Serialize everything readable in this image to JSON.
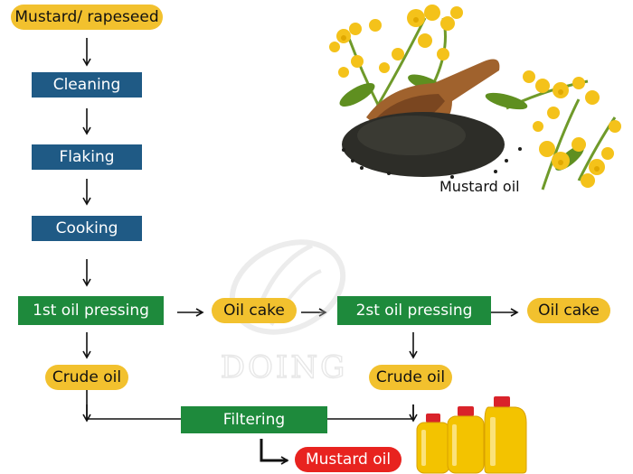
{
  "nodes": {
    "raw": "Mustard/ rapeseed",
    "cleaning": "Cleaning",
    "flaking": "Flaking",
    "cooking": "Cooking",
    "press1": "1st oil pressing",
    "cake1": "Oil cake",
    "press2": "2st oil pressing",
    "cake2": "Oil cake",
    "crude1": "Crude oil",
    "crude2": "Crude oil",
    "filtering": "Filtering",
    "final": "Mustard oil"
  },
  "photo_caption": "Mustard oil",
  "watermark": "DOING",
  "icons": [
    "mustard-seed-photo",
    "oil-bottles-photo",
    "doing-logo-watermark"
  ],
  "colors": {
    "process_blue": "#1f5a85",
    "process_green": "#1e8a3c",
    "product_yellow": "#f2c12e",
    "final_red": "#e8231f"
  }
}
